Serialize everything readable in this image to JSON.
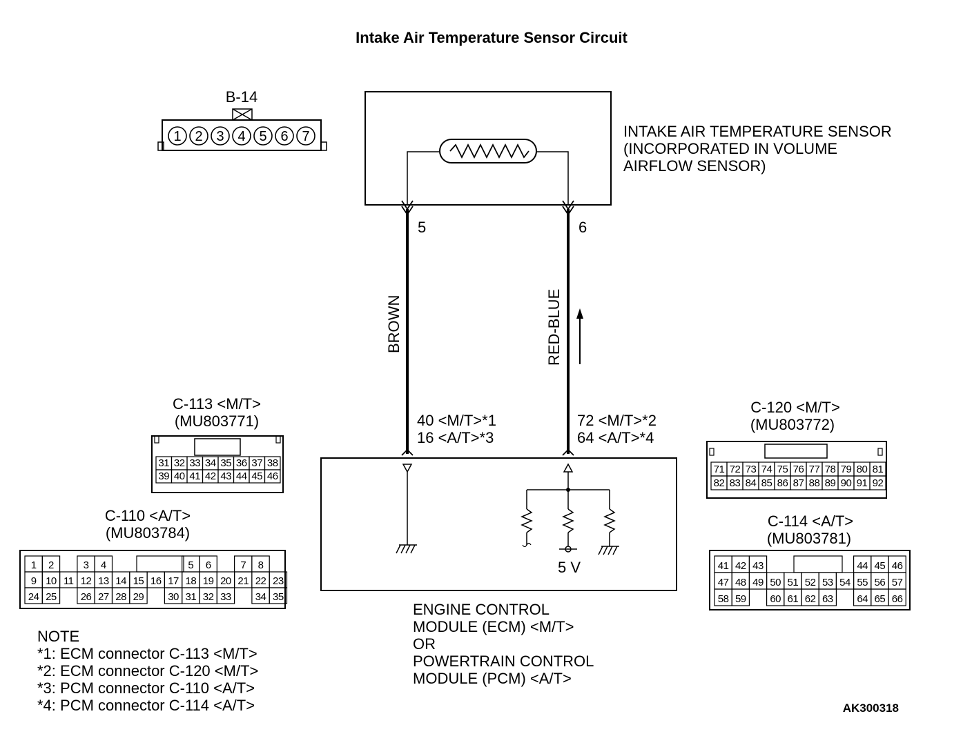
{
  "title": "Intake Air Temperature Sensor Circuit",
  "sensor": {
    "lines": [
      "INTAKE AIR TEMPERATURE SENSOR",
      "(INCORPORATED IN VOLUME",
      "AIRFLOW SENSOR)"
    ],
    "pin_left": "5",
    "pin_right": "6"
  },
  "wires": {
    "left_color": "BROWN",
    "right_color": "RED-BLUE",
    "left_pins": [
      "40 <M/T>*1",
      "16 <A/T>*3"
    ],
    "right_pins": [
      "72 <M/T>*2",
      "64 <A/T>*4"
    ]
  },
  "ecm": {
    "voltage": "5 V",
    "lines": [
      "ENGINE CONTROL",
      "MODULE (ECM) <M/T>",
      "OR",
      "POWERTRAIN CONTROL",
      "MODULE (PCM) <A/T>"
    ]
  },
  "connectors": {
    "b14": {
      "label": "B-14",
      "pins": [
        "1",
        "2",
        "3",
        "4",
        "5",
        "6",
        "7"
      ]
    },
    "c113": {
      "label": "C-113 <M/T>",
      "part": "(MU803771)",
      "rows": [
        [
          "31",
          "32",
          "33",
          "34",
          "35",
          "36",
          "37",
          "38"
        ],
        [
          "39",
          "40",
          "41",
          "42",
          "43",
          "44",
          "45",
          "46"
        ]
      ]
    },
    "c110": {
      "label": "C-110 <A/T>",
      "part": "(MU803784)",
      "rows": [
        [
          "1",
          "2",
          "",
          "3",
          "4",
          "",
          "",
          "",
          "",
          "5",
          "6",
          "",
          "7",
          "8"
        ],
        [
          "9",
          "10",
          "11",
          "12",
          "13",
          "14",
          "15",
          "16",
          "17",
          "18",
          "19",
          "20",
          "21",
          "22",
          "23"
        ],
        [
          "24",
          "25",
          "",
          "26",
          "27",
          "28",
          "29",
          "",
          "30",
          "31",
          "32",
          "33",
          "",
          "34",
          "35"
        ]
      ]
    },
    "c120": {
      "label": "C-120 <M/T>",
      "part": "(MU803772)",
      "rows": [
        [
          "71",
          "72",
          "73",
          "74",
          "75",
          "76",
          "77",
          "78",
          "79",
          "80",
          "81"
        ],
        [
          "82",
          "83",
          "84",
          "85",
          "86",
          "87",
          "88",
          "89",
          "90",
          "91",
          "92"
        ]
      ]
    },
    "c114": {
      "label": "C-114 <A/T>",
      "part": "(MU803781)",
      "rows": [
        [
          "41",
          "42",
          "43",
          "",
          "",
          "",
          "",
          "",
          "44",
          "45",
          "46"
        ],
        [
          "47",
          "48",
          "49",
          "50",
          "51",
          "52",
          "53",
          "54",
          "55",
          "56",
          "57"
        ],
        [
          "58",
          "59",
          "",
          "60",
          "61",
          "62",
          "63",
          "",
          "64",
          "65",
          "66"
        ]
      ]
    }
  },
  "note": {
    "heading": "NOTE",
    "items": [
      "*1: ECM connector C-113 <M/T>",
      "*2: ECM connector C-120 <M/T>",
      "*3: PCM connector C-110 <A/T>",
      "*4: PCM connector C-114 <A/T>"
    ]
  },
  "figure_id": "AK300318"
}
